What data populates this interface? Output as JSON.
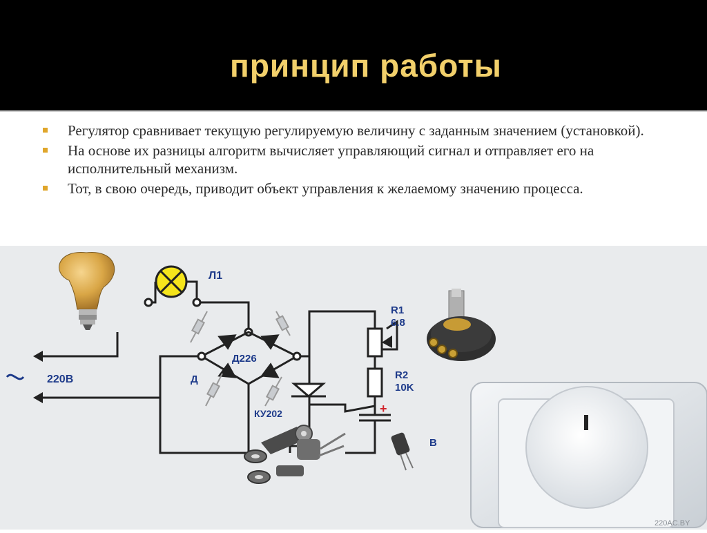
{
  "slide": {
    "title": "принцип работы",
    "bullets": [
      "Регулятор сравнивает текущую регулируемую величину с заданным значением (установкой).",
      "На основе их разницы алгоритм вычисляет управляющий сигнал и отправляет его на исполнительный механизм.",
      "Тот, в свою очередь, приводит объект управления к желаемому значению процесса."
    ]
  },
  "diagram": {
    "labels": {
      "lamp": "Л1",
      "supply": "220В",
      "bridge": "Д226",
      "diode": "Д",
      "thyristor": "КУ202",
      "r1_name": "R1",
      "r1_value": "6.8",
      "r2_name": "R2",
      "r2_value": "10K",
      "cap_label": "В",
      "plus": "+",
      "watermark": "220AC.BY"
    }
  },
  "colors": {
    "header_bg": "#000000",
    "title": "#f2d06b",
    "bullet_mark": "#e0a62b",
    "text": "#2b2b2b"
  }
}
